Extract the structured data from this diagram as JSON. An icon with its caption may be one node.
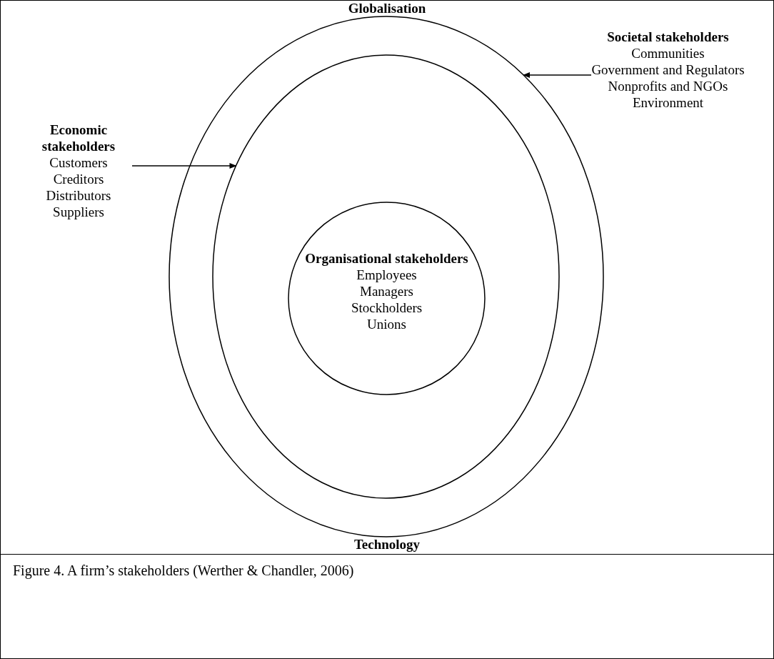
{
  "diagram": {
    "caption": "Figure 4. A firm’s stakeholders (Werther & Chandler, 2006)",
    "nodes": [
      {
        "text": [],
        "shape": "circle"
      },
      {
        "text": [],
        "shape": "circle",
        "in": 0
      },
      {
        "text": [
          "Organisational stakeholders",
          "Employees",
          "Managers",
          "Stockholders",
          "Unions"
        ],
        "in": 1
      },
      {
        "text": [
          "Economic stakeholders",
          "Customers",
          "Creditors",
          "Distributors",
          "Suppliers"
        ]
      },
      {
        "text": [
          "Societal stakeholders",
          "Communities",
          "Government and Regulators",
          "Nonprofits and NGOs",
          "Environment"
        ]
      }
    ],
    "edges": [
      {
        "from": 3,
        "to": 1,
        "arrow": "to"
      },
      {
        "from": 4,
        "to": 0,
        "arrow": "to"
      }
    ],
    "labels": [
      "Globalisation",
      "Technology"
    ]
  }
}
